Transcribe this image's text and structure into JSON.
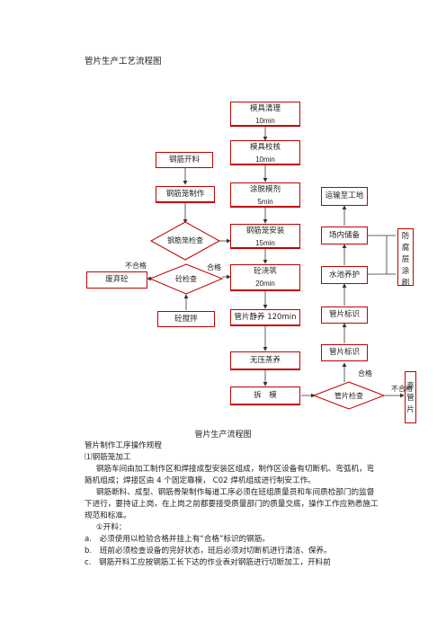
{
  "doc_title": "管片生产工艺流程图",
  "flow": {
    "mold_clean": {
      "l1": "模具清理",
      "l2": "10min"
    },
    "mold_check": {
      "l1": "模具校核",
      "l2": "10min"
    },
    "coat": {
      "l1": "涂脱模剂",
      "l2": "5min"
    },
    "cage_install": {
      "l1": "钢筋笼安装",
      "l2": "15min"
    },
    "pour": {
      "l1": "砼浇筑",
      "l2": "20min"
    },
    "static": {
      "l1": "管片静养 120min"
    },
    "steam": {
      "l1": "无压蒸养"
    },
    "demold": {
      "l1": "拆　模"
    },
    "rebar_cut": {
      "l1": "钢筋开料"
    },
    "cage_make": {
      "l1": "钢筋笼制作"
    },
    "cage_check": {
      "l1": "钢筋笼检查"
    },
    "concrete_check": {
      "l1": "砼检查"
    },
    "waste": {
      "l1": "废弃砼"
    },
    "mix": {
      "l1": "砼搅拌"
    },
    "transport": {
      "l1": "运输至工地"
    },
    "yard": {
      "l1": "场内储备"
    },
    "pool": {
      "l1": "水池养护"
    },
    "mark1": {
      "l1": "管片标识"
    },
    "mark2": {
      "l1": "管片标识"
    },
    "seg_check": {
      "l1": "管片检查"
    },
    "waterproof": {
      "l1": "防腐层涂刷"
    },
    "discard": {
      "l1": "弃管片"
    },
    "fail1": "不合格",
    "pass1": "合格",
    "pass2": "合格",
    "fail2": "不合格"
  },
  "caption": "管片生产流程图",
  "body": {
    "h1": "管片制作工序操作规程",
    "h2": "⑴钢筋笼加工",
    "p1": "钢筋车间由加工制作区和焊接成型安装区组成，制作区设备有切断机、弯弧机，弯箍机组成；焊接区由 4 个固定靠模， C02 焊机组成进行制安工作。",
    "p2": "钢筋断料、成型、钢筋骨架制作每道工序必须在班组质量员和车间质检部门的监督下进行，要持证上岗，在上岗之前都要接受质量部门的质量交底，操作工作应熟悉施工规范和标准。",
    "h3": "①开料：",
    "a": "a.　必须使用以检验合格并挂上有“合格”标识的钢筋。",
    "b": "b.　班前必须检查设备的完好状态，班后必须对切断机进行清洁、保养。",
    "c": "c.　钢筋开料工应按钢筋工长下达的作业表对钢筋进行切断加工，开料前"
  }
}
